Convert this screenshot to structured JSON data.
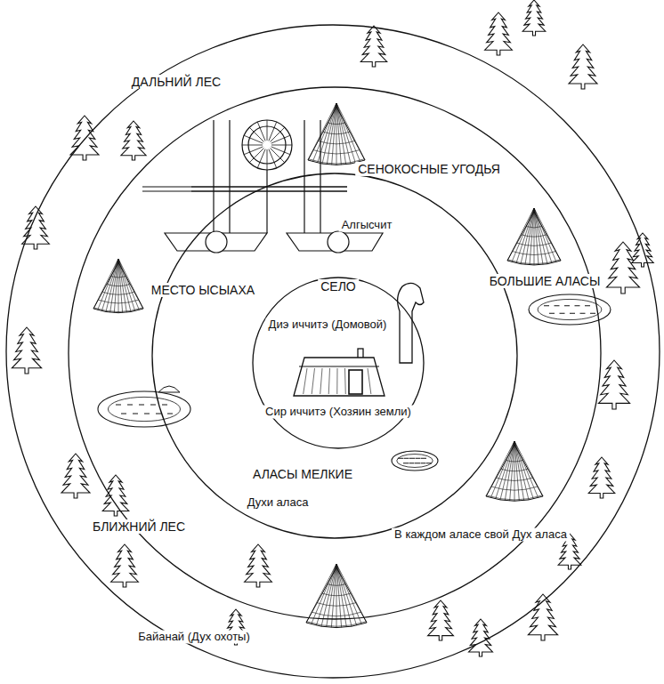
{
  "diagram": {
    "nodes": [
      {
        "text": [
          "ДАЛЬНИЙ ЛЕС",
          "Байанай (Дух охоты)"
        ]
      },
      {
        "text": [
          "СЕНОКОСНЫЕ УГОДЬЯ",
          "БОЛЬШИЕ АЛАСЫ",
          "БЛИЖНИЙ ЛЕС",
          "В каждом аласе свой Дух аласа"
        ],
        "in": 0
      },
      {
        "text": [
          "Алгысчит",
          "МЕСТО ЫСЫАХА",
          "АЛАСЫ МЕЛКИЕ",
          "Духи аласа"
        ],
        "in": 1
      },
      {
        "text": [
          "СЕЛО",
          "Диэ иччитэ (Домовой)",
          "Сир иччитэ (Хозяин земли)"
        ],
        "in": 2
      }
    ]
  }
}
